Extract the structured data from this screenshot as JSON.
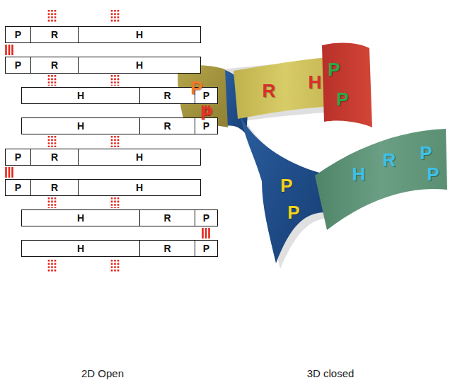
{
  "diagram": {
    "nodes": [
      {
        "text": [
          "P"
        ]
      },
      {
        "text": [
          "R"
        ]
      },
      {
        "text": [
          "H"
        ]
      },
      {
        "text": [
          "P"
        ]
      },
      {
        "text": [
          "R"
        ]
      },
      {
        "text": [
          "H"
        ]
      },
      {
        "text": [
          "H"
        ]
      },
      {
        "text": [
          "R"
        ]
      },
      {
        "text": [
          "P"
        ]
      },
      {
        "text": [
          "H"
        ]
      },
      {
        "text": [
          "R"
        ]
      },
      {
        "text": [
          "P"
        ]
      },
      {
        "text": [
          "P"
        ]
      },
      {
        "text": [
          "R"
        ]
      },
      {
        "text": [
          "H"
        ]
      },
      {
        "text": [
          "P"
        ]
      },
      {
        "text": [
          "R"
        ]
      },
      {
        "text": [
          "H"
        ]
      },
      {
        "text": [
          "H"
        ]
      },
      {
        "text": [
          "R"
        ]
      },
      {
        "text": [
          "P"
        ]
      },
      {
        "text": [
          "H"
        ]
      },
      {
        "text": [
          "R"
        ]
      },
      {
        "text": [
          "P"
        ]
      }
    ],
    "edges": [
      {
        "from": 0,
        "to": 3,
        "arrow": "none"
      },
      {
        "from": 4,
        "to": 6,
        "arrow": "none"
      },
      {
        "from": 5,
        "to": 6,
        "arrow": "none"
      },
      {
        "from": 8,
        "to": 11,
        "arrow": "none"
      },
      {
        "from": 9,
        "to": 13,
        "arrow": "none"
      },
      {
        "from": 9,
        "to": 14,
        "arrow": "none"
      },
      {
        "from": 12,
        "to": 15,
        "arrow": "none"
      },
      {
        "from": 16,
        "to": 18,
        "arrow": "none"
      },
      {
        "from": 17,
        "to": 18,
        "arrow": "none"
      },
      {
        "from": 20,
        "to": 23,
        "arrow": "none"
      }
    ],
    "labels": [
      "P",
      "P",
      "R",
      "H",
      "P",
      "P",
      "P",
      "P",
      "H",
      "R",
      "P",
      "P",
      "2D Open",
      "3D closed"
    ]
  }
}
